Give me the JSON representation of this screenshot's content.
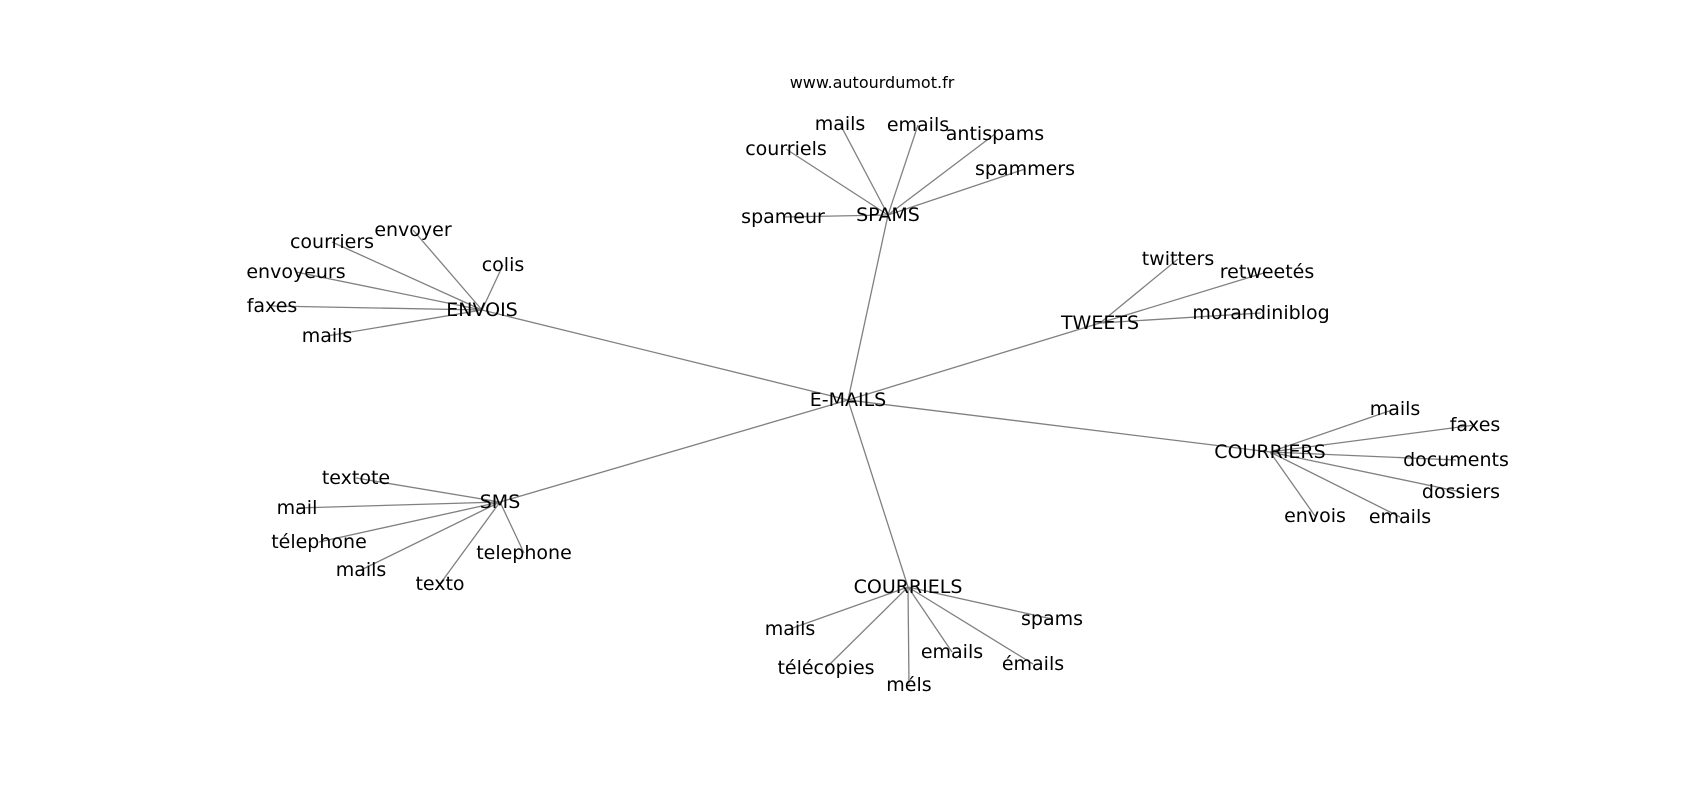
{
  "source": "www.autourdumot.fr",
  "center": "E-MAILS",
  "clusters": [
    {
      "hub": "SPAMS",
      "words": [
        "mails",
        "emails",
        "antispams",
        "courriels",
        "spammers",
        "spameur"
      ]
    },
    {
      "hub": "ENVOIS",
      "words": [
        "envoyer",
        "courriers",
        "colis",
        "envoyeurs",
        "faxes",
        "mails"
      ]
    },
    {
      "hub": "TWEETS",
      "words": [
        "twitters",
        "retweetés",
        "morandiniblog"
      ]
    },
    {
      "hub": "COURRIERS",
      "words": [
        "mails",
        "faxes",
        "documents",
        "dossiers",
        "envois",
        "emails"
      ]
    },
    {
      "hub": "SMS",
      "words": [
        "textote",
        "mail",
        "télephone",
        "mails",
        "texto",
        "telephone"
      ]
    },
    {
      "hub": "COURRIELS",
      "words": [
        "mails",
        "spams",
        "emails",
        "émails",
        "télécopies",
        "méls"
      ]
    }
  ]
}
